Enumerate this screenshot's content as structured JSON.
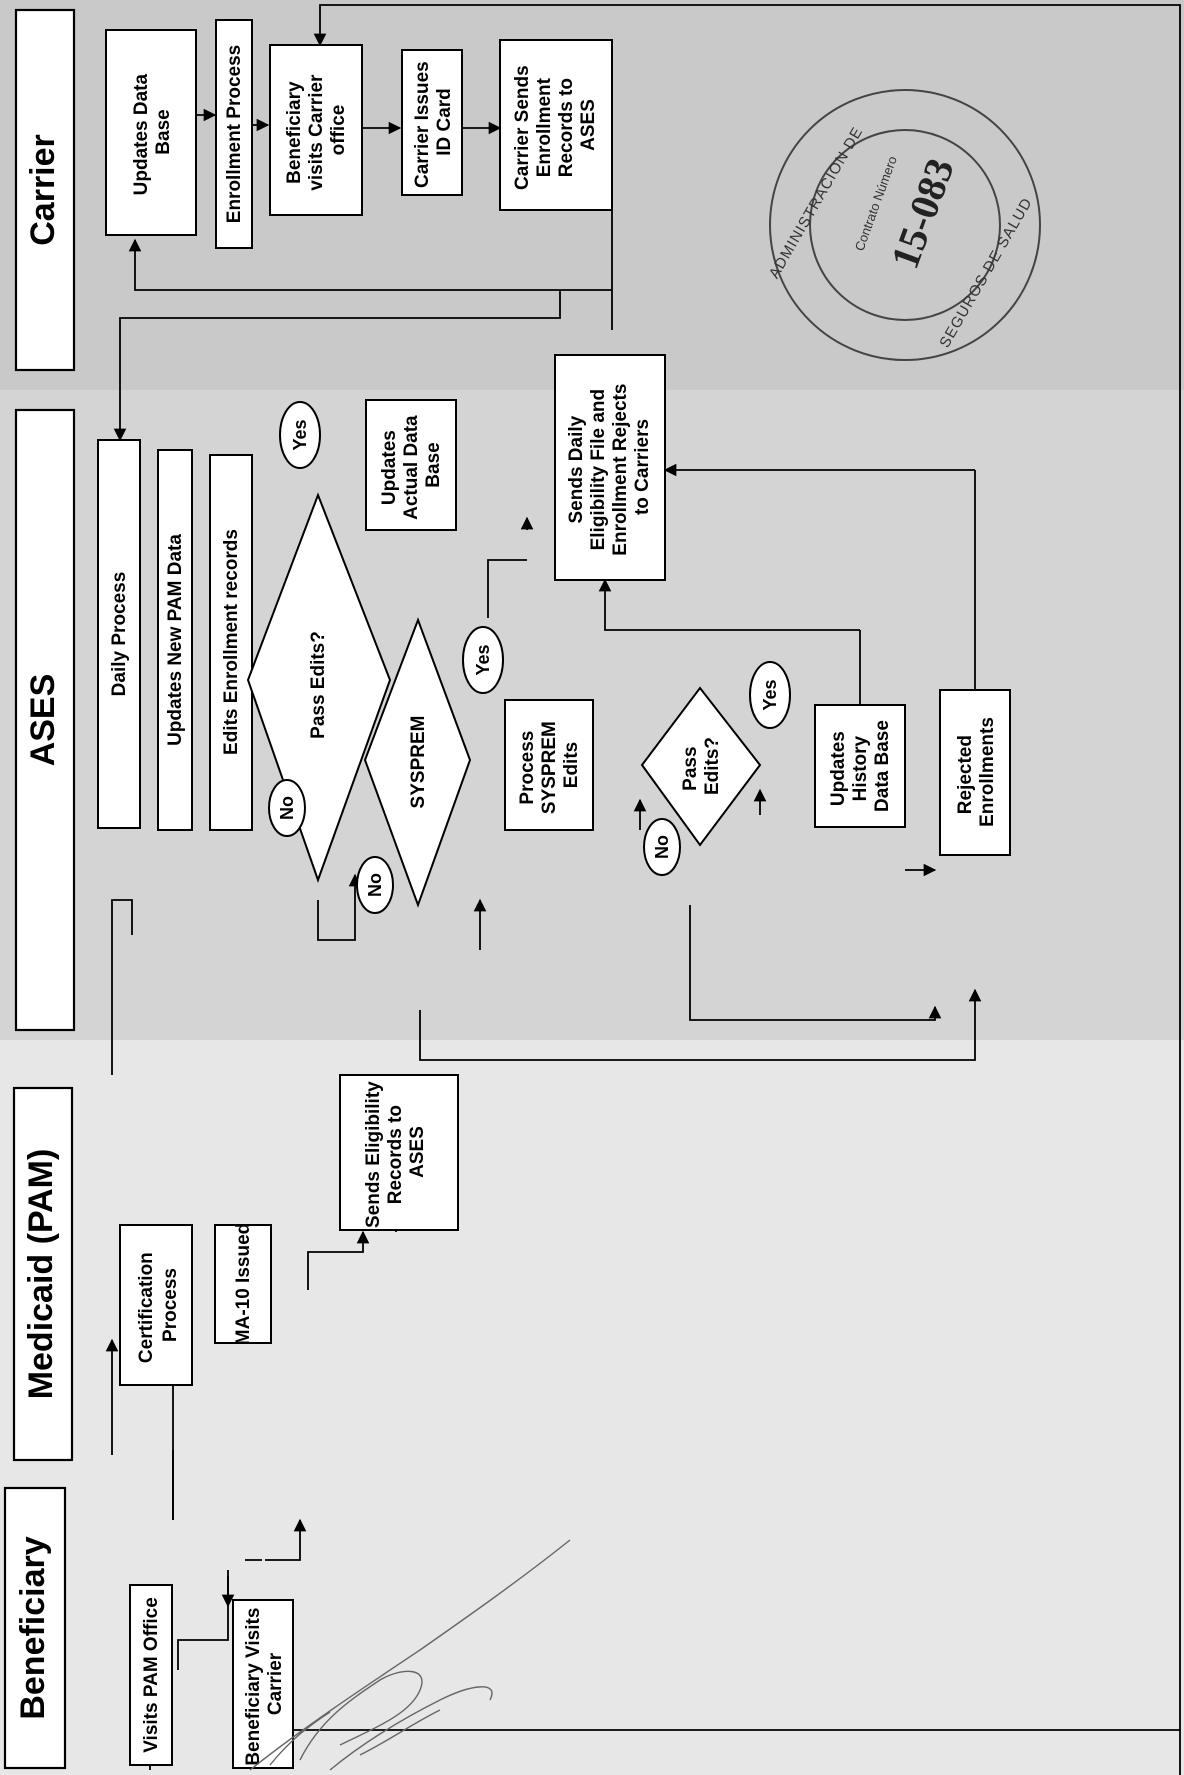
{
  "lanes": {
    "beneficiary": "Beneficiary",
    "medicaid": "Medicaid (PAM)",
    "ases": "ASES",
    "carrier": "Carrier"
  },
  "boxes": {
    "visits_pam_office": [
      "Visits PAM Office"
    ],
    "beneficiary_visits_carrier": [
      "Beneficiary Visits",
      "Carrier"
    ],
    "certification_process": [
      "Certification",
      "Process"
    ],
    "ma10_issued": [
      "MA-10 Issued"
    ],
    "sends_eligibility_records": [
      "Sends Eligibility",
      "Records to",
      "ASES"
    ],
    "daily_process": [
      "Daily Process"
    ],
    "updates_new_pam_data": [
      "Updates New PAM Data"
    ],
    "edits_enrollment_records": [
      "Edits Enrollment records"
    ],
    "updates_actual_data_base": [
      "Updates",
      "Actual Data",
      "Base"
    ],
    "sends_daily_eligibility_file": [
      "Sends Daily",
      "Eligibility File and",
      "Enrollment Rejects",
      "to Carriers"
    ],
    "process_sysprem_edits": [
      "Process",
      "SYSPREM",
      "Edits"
    ],
    "updates_history_data_base": [
      "Updates",
      "History",
      "Data Base"
    ],
    "rejected_enrollments": [
      "Rejected",
      "Enrollments"
    ],
    "updates_data_base": [
      "Updates Data",
      "Base"
    ],
    "enrollment_process": [
      "Enrollment Process"
    ],
    "beneficiary_visits_carrier_office": [
      "Beneficiary",
      "visits Carrier",
      "office"
    ],
    "carrier_issues_id_card": [
      "Carrier Issues",
      "ID Card"
    ],
    "carrier_sends_enrollment_records": [
      "Carrier Sends",
      "Enrollment",
      "Records to",
      "ASES"
    ]
  },
  "decisions": {
    "pass_edits_1": [
      "Pass Edits?"
    ],
    "sysprem": [
      "SYSPREM"
    ],
    "pass_edits_2": [
      "Pass",
      "Edits?"
    ]
  },
  "callouts": {
    "yes_1": "Yes",
    "no_1": "No",
    "yes_2": "Yes",
    "no_2": "No",
    "yes_3": "Yes",
    "no_3": "No"
  },
  "seal": {
    "top_text": "ADMINISTRACION DE",
    "right_text": "SEGUROS DE SALUD",
    "label": "Contrato Número",
    "number": "15-083"
  }
}
